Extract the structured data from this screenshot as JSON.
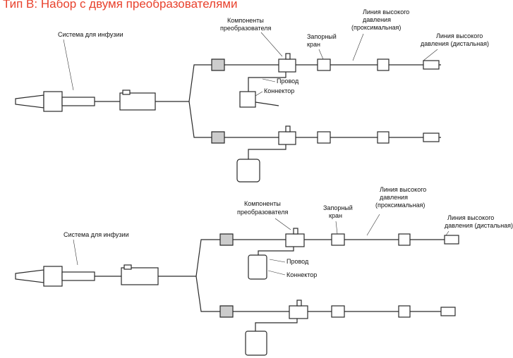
{
  "title": "Тип B: Набор с двумя преобразователями",
  "diagram_top": {
    "infusion_system": "Система для инфузии",
    "transducer_components": [
      "Компоненты",
      "преобразователя"
    ],
    "stopcock": [
      "Запорный",
      "кран"
    ],
    "high_pressure_proximal": [
      "Линия высокого",
      "давления",
      "(проксимальная)"
    ],
    "high_pressure_distal": [
      "Линия высокого",
      "давления (дистальная)"
    ],
    "wire": "Провод",
    "connector": "Коннектор"
  },
  "diagram_bottom": {
    "infusion_system": "Система для инфузии",
    "transducer_components": [
      "Компоненты",
      "преобразователя"
    ],
    "stopcock": [
      "Запорный",
      "кран"
    ],
    "high_pressure_proximal": [
      "Линия высокого",
      "давления",
      "(проксимальная)"
    ],
    "high_pressure_distal": [
      "Линия высокого",
      "давления (дистальная)"
    ],
    "wire": "Провод",
    "connector": "Коннектор"
  },
  "colors": {
    "title": "#e8412c",
    "line": "#2a2a2a"
  }
}
